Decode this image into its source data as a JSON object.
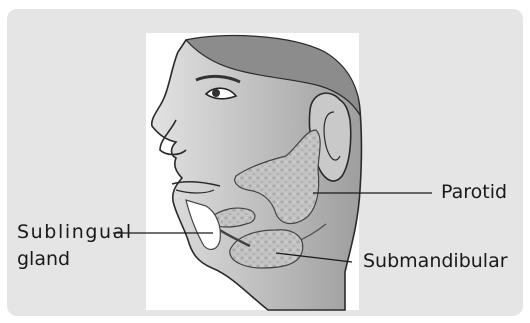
{
  "labels": {
    "sublingual_line1": "Sublingual",
    "sublingual_line2": "gland",
    "parotid": "Parotid",
    "submandibular": "Submandibular"
  },
  "colors": {
    "panel_bg": "#e5e5e5",
    "skin_shade": "#c8c8c8",
    "gland_fill": "#bdbdbd",
    "line": "#1a1a1a"
  }
}
